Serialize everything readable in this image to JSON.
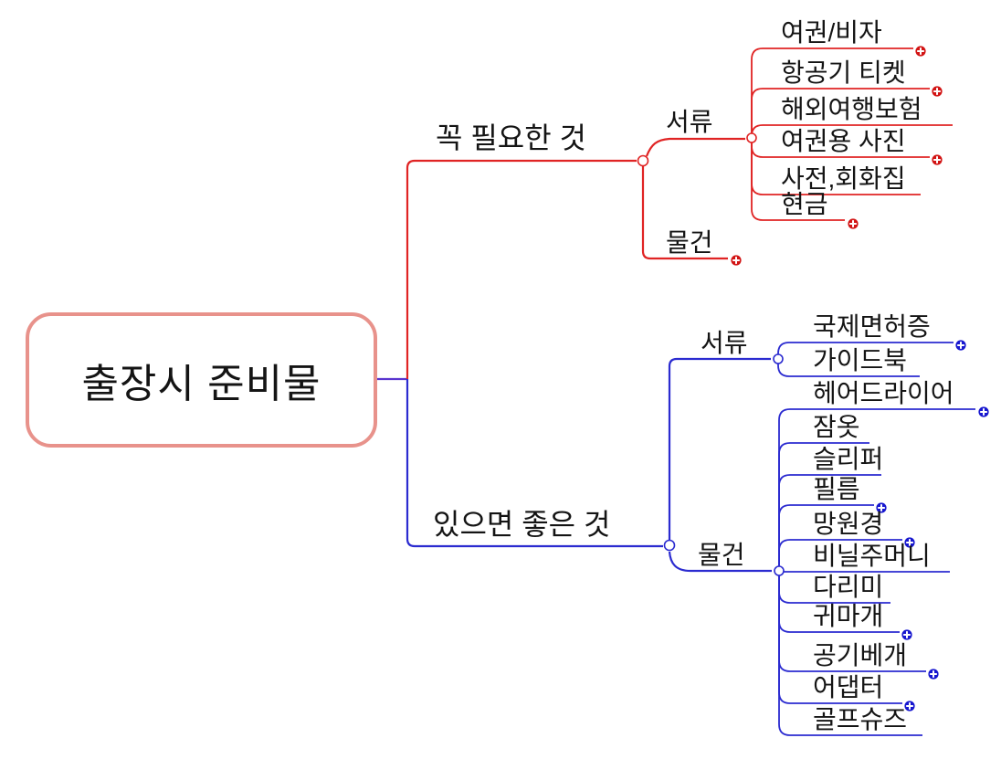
{
  "colors": {
    "required_branch": "#e02424",
    "optional_branch": "#2b2bd0",
    "trunk": "#5a35cf",
    "root_border": "#e8928b",
    "text": "#141414",
    "plus_required": "#d21414",
    "plus_optional": "#1717cf",
    "background": "#ffffff"
  },
  "icons": {
    "expand": "plus-circle-icon",
    "junction": "open-circle-handle"
  },
  "root": {
    "label": "출장시 준비물"
  },
  "branch_required": {
    "label": "꼭 필요한 것",
    "documents": {
      "label": "서류",
      "items": [
        {
          "label": "여권/비자",
          "has_more": true
        },
        {
          "label": "항공기 티켓",
          "has_more": true
        },
        {
          "label": "해외여행보험",
          "has_more": false
        },
        {
          "label": "여권용 사진",
          "has_more": true
        },
        {
          "label": "사전,회화집",
          "has_more": false
        },
        {
          "label": "현금",
          "has_more": true
        }
      ]
    },
    "things": {
      "label": "물건",
      "has_more": true
    }
  },
  "branch_optional": {
    "label": "있으면 좋은 것",
    "documents": {
      "label": "서류",
      "items": [
        {
          "label": "국제면허증",
          "has_more": true
        },
        {
          "label": "가이드북",
          "has_more": false
        }
      ]
    },
    "things": {
      "label": "물건",
      "items": [
        {
          "label": "헤어드라이어",
          "has_more": true
        },
        {
          "label": "잠옷",
          "has_more": false
        },
        {
          "label": "슬리퍼",
          "has_more": false
        },
        {
          "label": "필름",
          "has_more": true
        },
        {
          "label": "망원경",
          "has_more": true
        },
        {
          "label": "비닐주머니",
          "has_more": false
        },
        {
          "label": "다리미",
          "has_more": false
        },
        {
          "label": "귀마개",
          "has_more": true
        },
        {
          "label": "공기베개",
          "has_more": true
        },
        {
          "label": "어댑터",
          "has_more": true
        },
        {
          "label": "골프슈즈",
          "has_more": false
        }
      ]
    }
  }
}
